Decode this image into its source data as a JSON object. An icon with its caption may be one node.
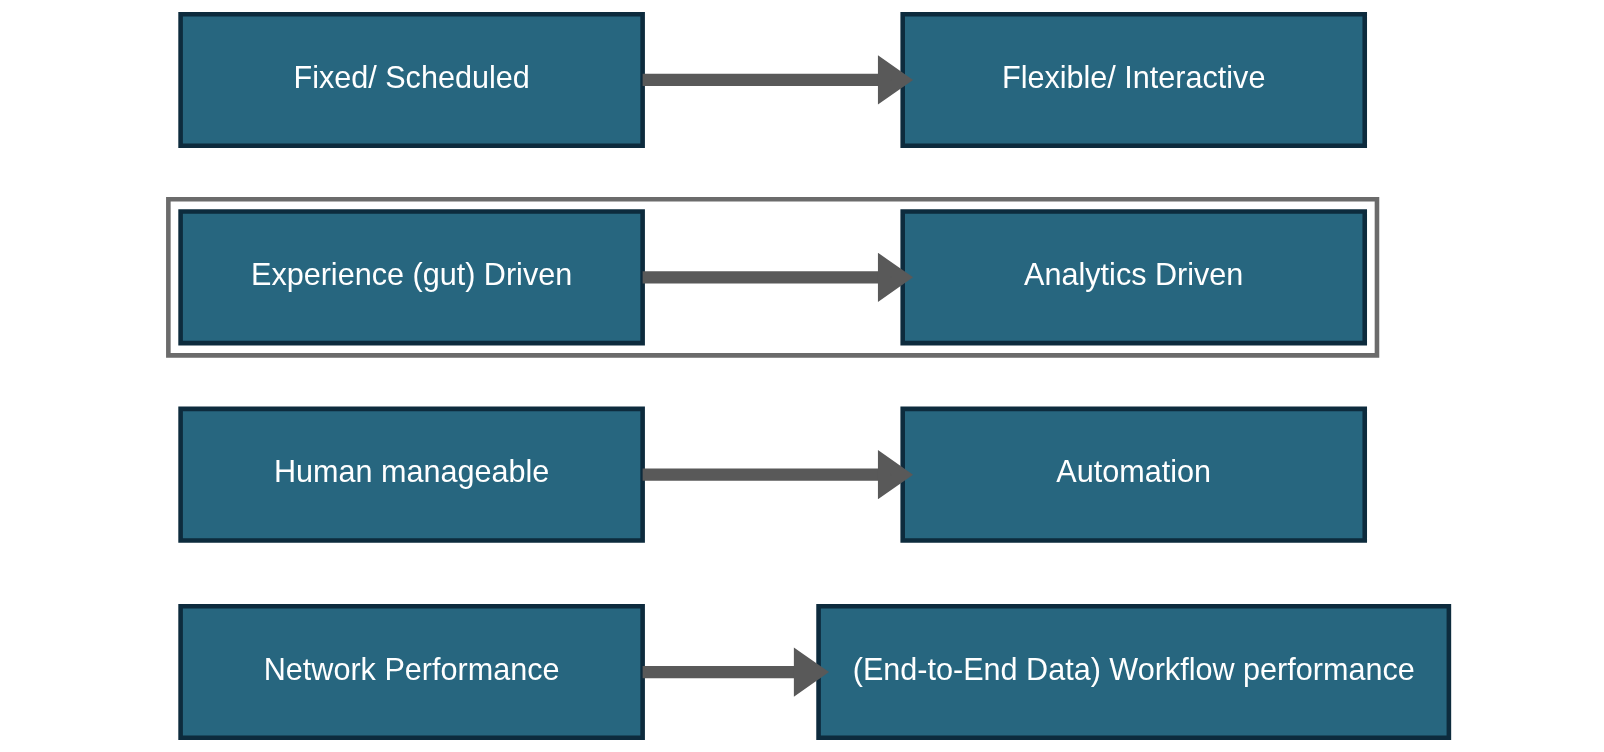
{
  "diagram": {
    "nodes": [
      {
        "text": [
          "Network Performance"
        ]
      },
      {
        "text": [
          "(End-to-End Data) Workflow performance"
        ]
      },
      {
        "text": [
          "Human manageable"
        ]
      },
      {
        "text": [
          "Automation"
        ]
      },
      {
        "text": [],
        "shape": "box"
      },
      {
        "text": [
          "Experience (gut) Driven"
        ],
        "in": 4
      },
      {
        "text": [
          "Analytics Driven"
        ],
        "in": 4
      },
      {
        "text": [
          "Fixed/ Scheduled"
        ]
      },
      {
        "text": [
          "Flexible/ Interactive"
        ]
      }
    ],
    "edges": [
      {
        "from": 0,
        "to": 1,
        "arrow": "to"
      },
      {
        "from": 2,
        "to": 3,
        "arrow": "to"
      },
      {
        "from": 5,
        "to": 6,
        "arrow": "to"
      },
      {
        "from": 7,
        "to": 8,
        "arrow": "to"
      }
    ]
  }
}
